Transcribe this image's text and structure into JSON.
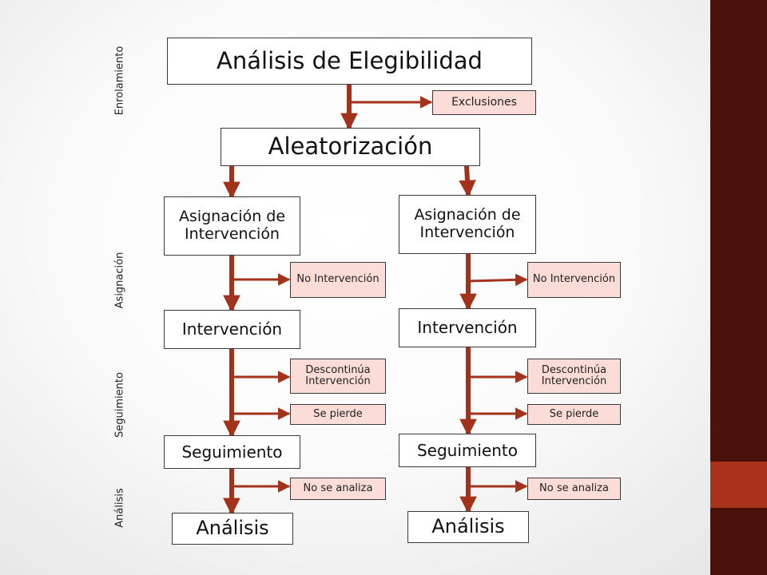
{
  "stages": {
    "enrolamiento": "Enrolamiento",
    "asignacion": "Asignación",
    "seguimiento": "Seguimiento",
    "analisis": "Análisis"
  },
  "top": {
    "eligibility": "Análisis de Elegibilidad",
    "exclusions": "Exclusiones",
    "randomization": "Aleatorización"
  },
  "branches": [
    {
      "assignment": "Asignación de Intervención",
      "no_intervention": "No Intervención",
      "intervention": "Intervención",
      "discontinues": "Descontinúa Intervención",
      "lost": "Se pierde",
      "followup": "Seguimiento",
      "not_analyzed": "No se analiza",
      "analysis": "Análisis"
    },
    {
      "assignment": "Asignación de Intervención",
      "no_intervention": "No Intervención",
      "intervention": "Intervención",
      "discontinues": "Descontinúa Intervención",
      "lost": "Se pierde",
      "followup": "Seguimiento",
      "not_analyzed": "No se analiza",
      "analysis": "Análisis"
    }
  ],
  "colors": {
    "arrow": "#a3321b",
    "exclusion_fill": "#fbdcd6",
    "sidebar_dark": "#4a1208",
    "sidebar_accent": "#a8321a"
  }
}
